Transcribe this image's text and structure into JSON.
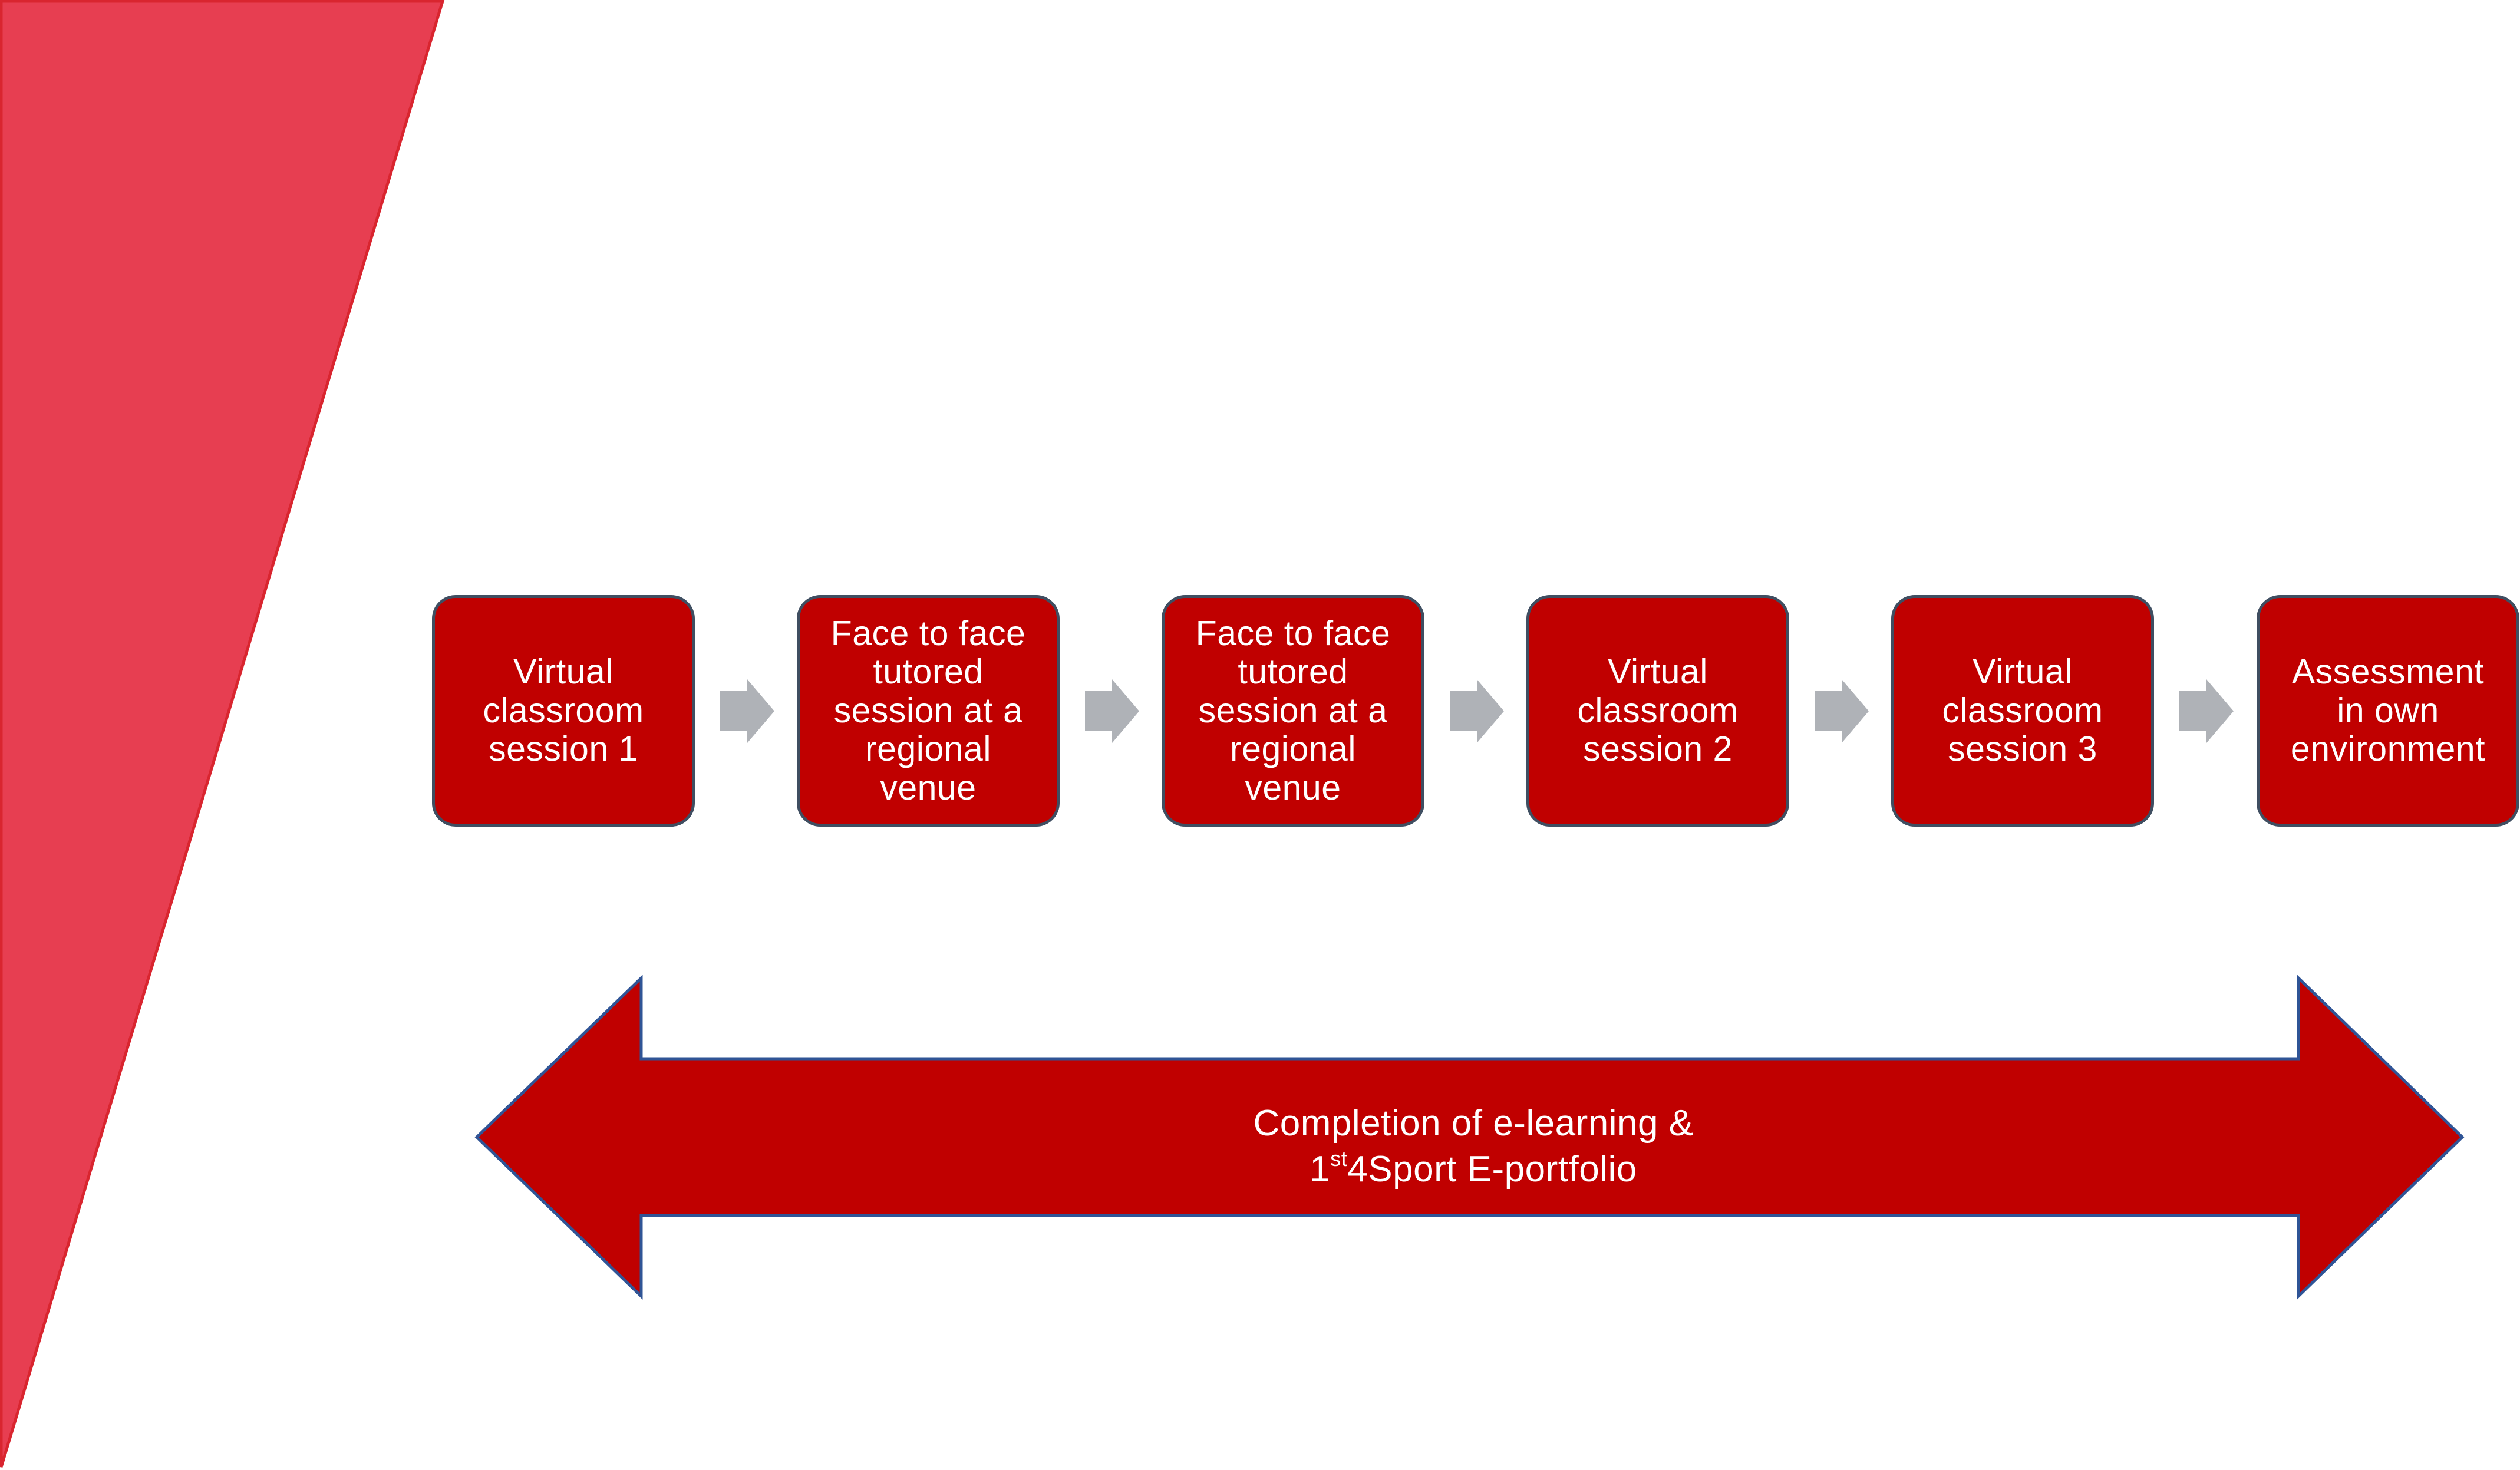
{
  "colors": {
    "wedge_fill": "#e73e51",
    "wedge_stroke": "#d9252f",
    "box_fill": "#c00000",
    "box_border": "#3f4e61",
    "flow_arrow": "#afb2b7",
    "span_arrow_fill": "#c00000",
    "span_arrow_stroke": "#2f5496",
    "text": "#ffffff"
  },
  "steps": [
    {
      "label": "Virtual\nclassroom\nsession 1"
    },
    {
      "label": "Face to face\ntutored\nsession at a\nregional\nvenue"
    },
    {
      "label": "Face to face\ntutored\nsession at a\nregional\nvenue"
    },
    {
      "label": "Virtual\nclassroom\nsession 2"
    },
    {
      "label": "Virtual\nclassroom\nsession 3"
    },
    {
      "label": "Assessment\nin own\nenvironment"
    }
  ],
  "flow_arrows": [
    {
      "icon": "arrow-right-icon"
    },
    {
      "icon": "arrow-right-icon"
    },
    {
      "icon": "arrow-right-icon"
    },
    {
      "icon": "arrow-right-icon"
    },
    {
      "icon": "arrow-right-icon"
    }
  ],
  "span": {
    "icon": "double-headed-arrow-icon",
    "line1": "Completion of e-learning &",
    "line2_prefix": "1",
    "line2_superscript": "st",
    "line2_rest": "4Sport E-portfolio"
  }
}
